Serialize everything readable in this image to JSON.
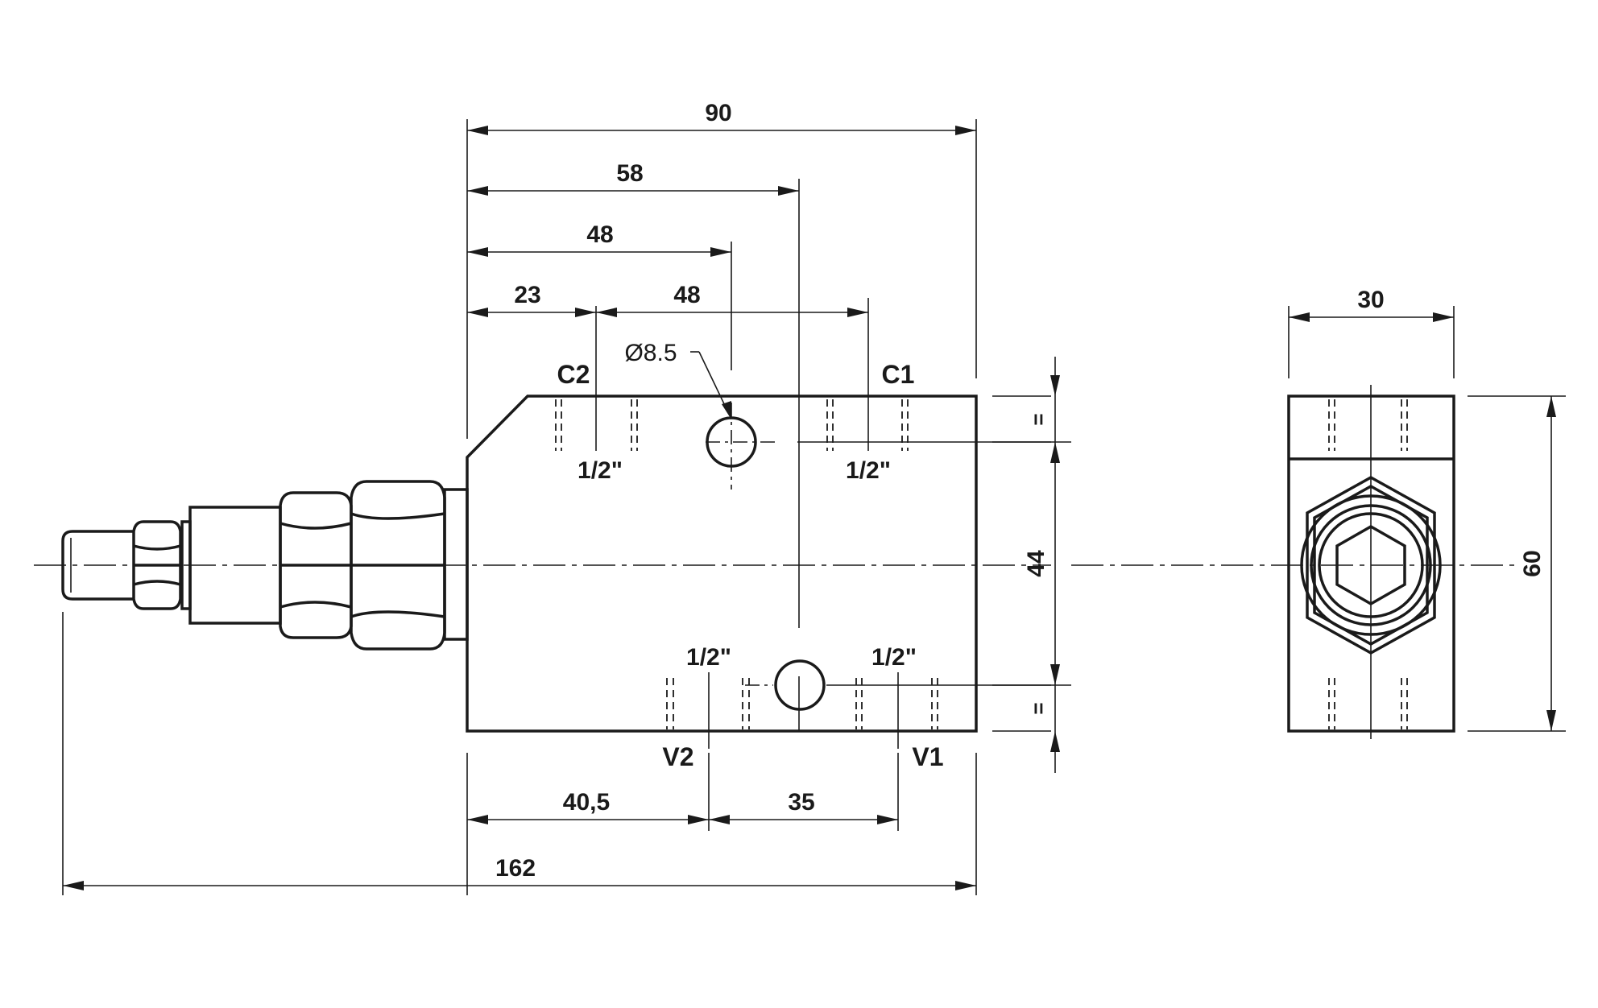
{
  "dimensions": {
    "d90": "90",
    "d58": "58",
    "d48_top": "48",
    "d23": "23",
    "d48_mid": "48",
    "d40_5": "40,5",
    "d35": "35",
    "d162": "162",
    "d44": "44",
    "d30": "30",
    "d60": "60"
  },
  "ports": {
    "c2": "C2",
    "c1": "C1",
    "v2": "V2",
    "v1": "V1"
  },
  "threads": {
    "c2_thread": "1/2\"",
    "c1_thread": "1/2\"",
    "v2_thread": "1/2\"",
    "v1_thread": "1/2\""
  },
  "callouts": {
    "hole_diameter": "Ø8.5"
  },
  "marks": {
    "equal_top": "=",
    "equal_bottom": "="
  }
}
